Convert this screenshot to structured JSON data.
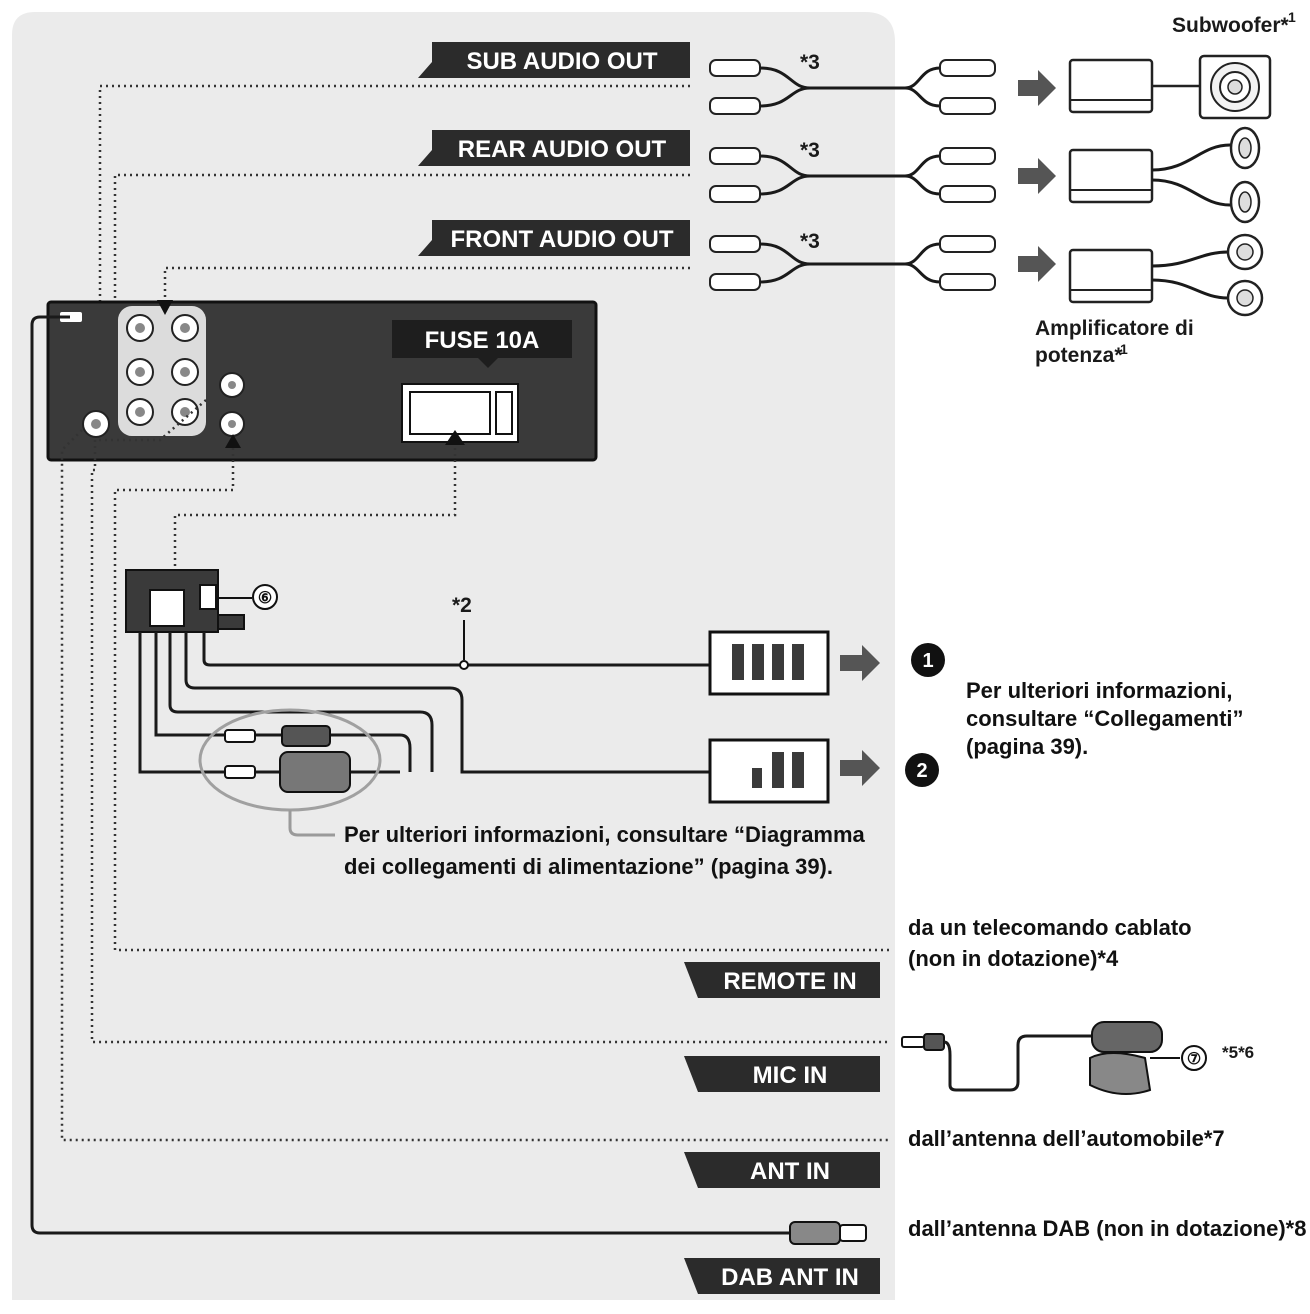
{
  "outputs": {
    "sub": "SUB AUDIO OUT",
    "rear": "REAR AUDIO OUT",
    "front": "FRONT AUDIO OUT"
  },
  "inputs": {
    "remote": "REMOTE IN",
    "mic": "MIC IN",
    "ant": "ANT IN",
    "dab": "DAB ANT IN"
  },
  "fuse": "FUSE 10A",
  "devices": {
    "subwoofer": "Subwoofer*",
    "subwoofer_ref": "1",
    "amplifier_line1": "Amplificatore di",
    "amplifier_line2": "potenza*",
    "amplifier_ref": "1"
  },
  "markers": {
    "rca_note": "*3",
    "wire_note": "*2",
    "harness_num": "⑥",
    "mic_num": "⑦",
    "mic_note": "*5*6",
    "connector1": "1",
    "connector2": "2"
  },
  "notes": {
    "collegamenti_l1": "Per ulteriori informazioni,",
    "collegamenti_l2": "consultare “Collegamenti”",
    "collegamenti_l3": "(pagina 39).",
    "power_l1": "Per ulteriori informazioni, consultare “Diagramma",
    "power_l2": "dei collegamenti di alimentazione” (pagina 39).",
    "remote_l1": "da un telecomando cablato",
    "remote_l2": "(non in dotazione)*4",
    "antenna": "dall’antenna dell’automobile*7",
    "dab": "dall’antenna DAB (non in dotazione)*8"
  },
  "colors": {
    "panel": "#ebebeb",
    "tag": "#2b2b2b",
    "unit": "#3a3a3a",
    "text": "#1a1a1a"
  }
}
